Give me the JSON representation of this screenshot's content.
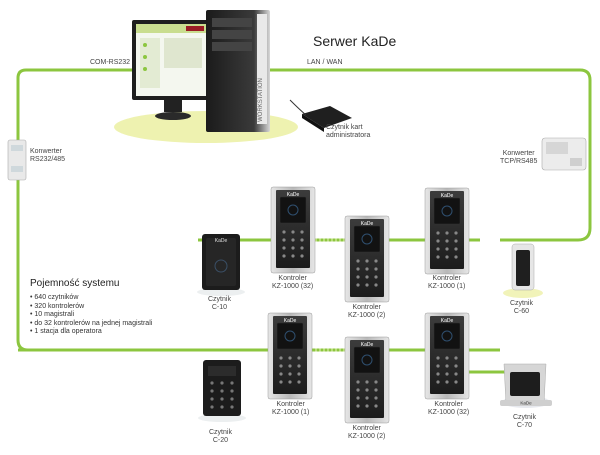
{
  "colors": {
    "bus": "#8cc63f",
    "bus_dotted": "#b9dc7a",
    "panel": "#2a2a2a",
    "frame": "#c9c9c9",
    "platform": "#eef2b0"
  },
  "server": {
    "title": "Serwer KaDe",
    "tower_brand": "WORKSTATION"
  },
  "links": {
    "com": "COM-RS232",
    "lan": "LAN / WAN"
  },
  "admin_reader": {
    "line1": "Czytnik kart",
    "line2": "administratora"
  },
  "converters": {
    "left": {
      "line1": "Konwerter",
      "line2": "RS232/485"
    },
    "right": {
      "line1": "Konwerter",
      "line2": "TCP/RS485"
    }
  },
  "brand": "KaDe",
  "controllers": [
    {
      "line1": "Kontroler",
      "line2": "KZ-1000 (32)"
    },
    {
      "line1": "Kontroler",
      "line2": "KZ-1000 (2)"
    },
    {
      "line1": "Kontroler",
      "line2": "KZ-1000 (1)"
    },
    {
      "line1": "Kontroler",
      "line2": "KZ-1000 (1)"
    },
    {
      "line1": "Kontroler",
      "line2": "KZ-1000 (2)"
    },
    {
      "line1": "Kontroler",
      "line2": "KZ-1000 (32)"
    }
  ],
  "readers": [
    {
      "line1": "Czytnik",
      "line2": "C-10"
    },
    {
      "line1": "Czytnik",
      "line2": "C-60"
    },
    {
      "line1": "Czytnik",
      "line2": "C-20"
    },
    {
      "line1": "Czytnik",
      "line2": "C-70"
    }
  ],
  "capacity": {
    "title": "Pojemność systemu",
    "items": [
      "640 czytników",
      "320 kontrolerów",
      "10 magistrali",
      "do 32 kontrolerów na jednej magistrali",
      "1 stacja dla operatora"
    ]
  }
}
